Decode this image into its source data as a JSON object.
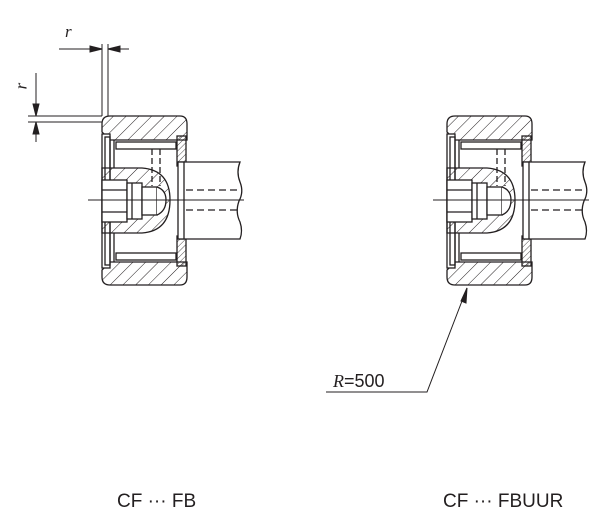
{
  "drawings": [
    {
      "caption": "CF ··· FB",
      "dimension_label": "r"
    },
    {
      "caption": "CF ··· FBUUR",
      "radius_prefix": "R",
      "radius_value": "=500"
    }
  ],
  "colors": {
    "ink": "#231f20",
    "background": "#ffffff"
  }
}
